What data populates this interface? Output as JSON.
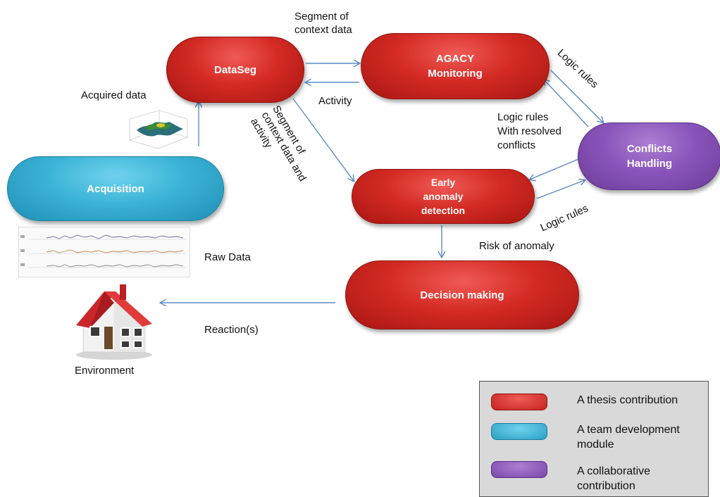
{
  "nodes": {
    "dataseg": "DataSeg",
    "agacy_line1": "AGACY",
    "agacy_line2": "Monitoring",
    "conflicts_line1": "Conflicts",
    "conflicts_line2": "Handling",
    "early_line1": "Early",
    "early_line2": "anomaly",
    "early_line3": "detection",
    "acquisition": "Acquisition",
    "decision": "Decision making"
  },
  "edges": {
    "segment_context_line1": "Segment of",
    "segment_context_line2": "context data",
    "activity": "Activity",
    "acquired_data": "Acquired data",
    "segment_activity_line1": "Segment of",
    "segment_activity_line2": "context data and",
    "segment_activity_line3": "activity",
    "logic_rules_top": "Logic rules",
    "logic_rules_resolved_line1": "Logic rules",
    "logic_rules_resolved_line2": "With resolved",
    "logic_rules_resolved_line3": "conflicts",
    "logic_rules_bottom": "Logic rules",
    "risk_of_anomaly": "Risk of anomaly",
    "raw_data": "Raw Data",
    "reactions": "Reaction(s)",
    "environment": "Environment"
  },
  "legend": [
    {
      "label": "A thesis contribution",
      "color": "#d42a24"
    },
    {
      "label": "A team development module",
      "color": "#3bb3d6"
    },
    {
      "label": "A collaborative contribution",
      "color": "#8a55bb"
    }
  ],
  "colors": {
    "arrow": "#5b8bc4",
    "red": "#d42a24",
    "blue": "#3bb3d6",
    "purple": "#8a55bb"
  }
}
